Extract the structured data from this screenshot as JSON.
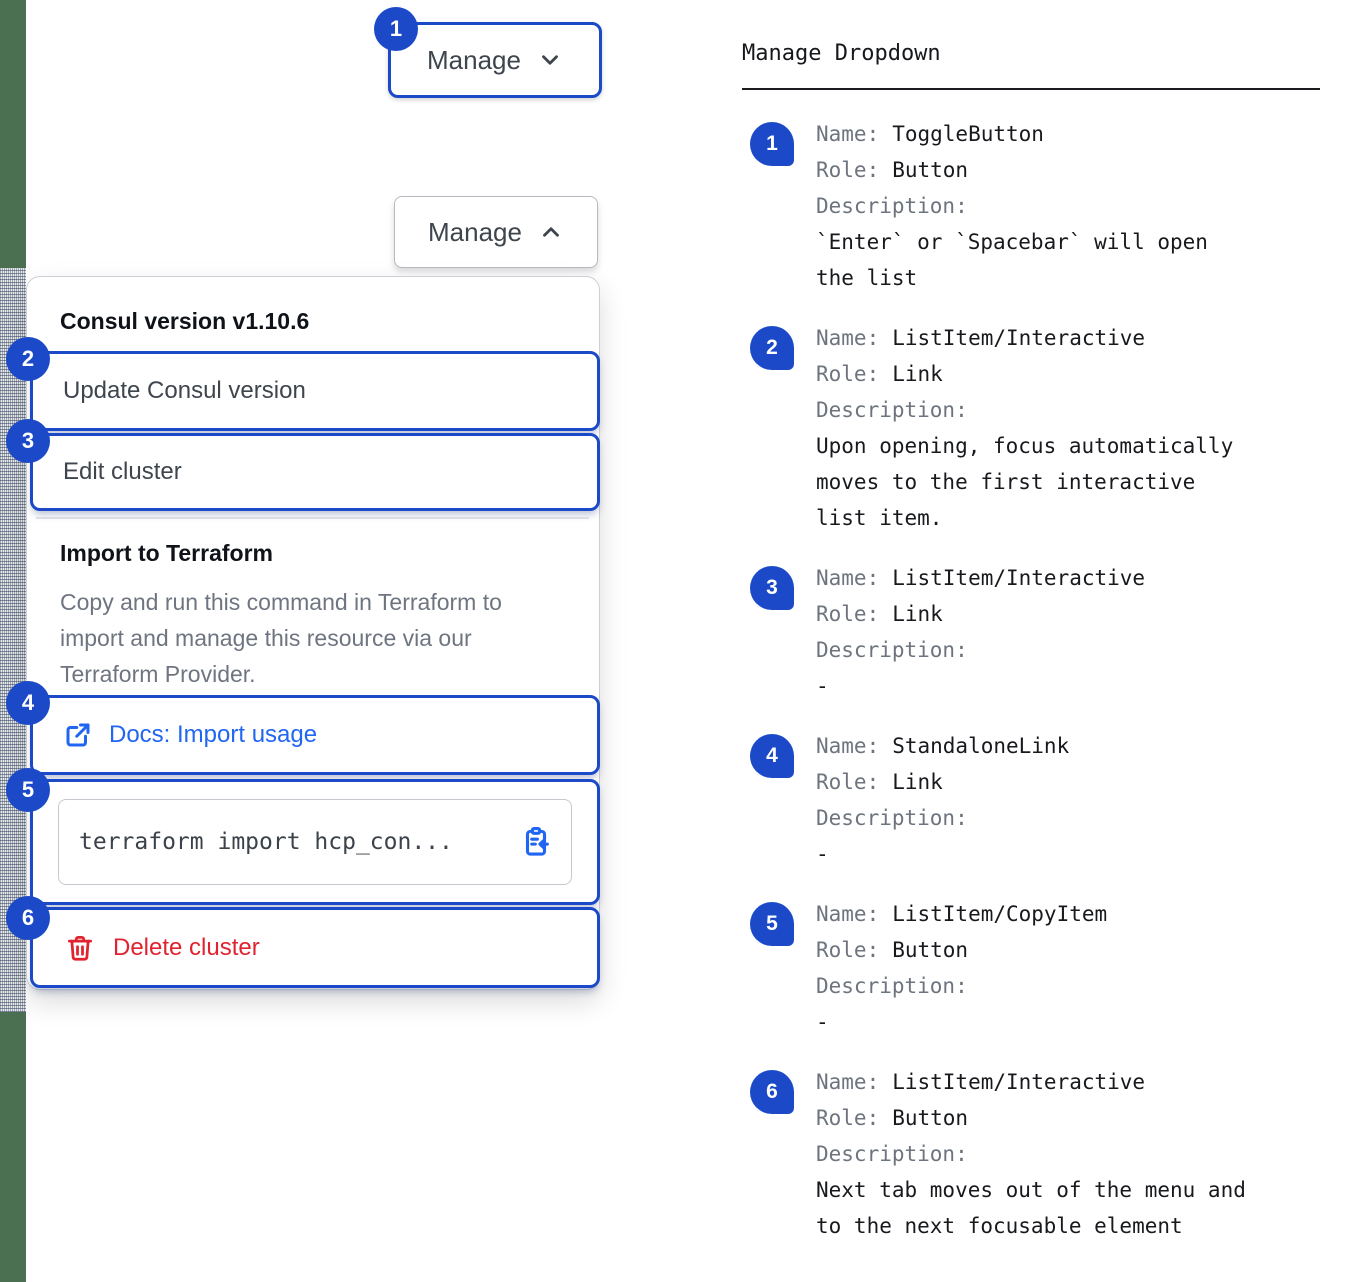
{
  "colors": {
    "badge": "#1b49c8",
    "focus": "#1b49c8",
    "link": "#2166f2",
    "danger": "#e0232f",
    "strip": "#4a7051"
  },
  "badges": [
    "1",
    "2",
    "3",
    "4",
    "5",
    "6"
  ],
  "toggle": {
    "label": "Manage"
  },
  "dropdown": {
    "version_label": "Consul version v1.10.6",
    "update_item": "Update Consul version",
    "edit_item": "Edit cluster",
    "import_heading": "Import to Terraform",
    "import_description": "Copy and run this command in Terraform to import and manage this resource via our Terraform Provider.",
    "docs_link": "Docs: Import usage",
    "copy_command": "terraform import hcp_con...",
    "delete_item": "Delete cluster"
  },
  "spec": {
    "title": "Manage Dropdown",
    "labels": {
      "name": "Name:",
      "role": "Role:",
      "description": "Description:"
    },
    "entries": [
      {
        "num": "1",
        "name": "ToggleButton",
        "role": "Button",
        "description": "`Enter` or `Spacebar` will open the list"
      },
      {
        "num": "2",
        "name": "ListItem/Interactive",
        "role": "Link",
        "description": "Upon opening, focus automatically moves to the first interactive list item."
      },
      {
        "num": "3",
        "name": "ListItem/Interactive",
        "role": "Link",
        "description": "-"
      },
      {
        "num": "4",
        "name": "StandaloneLink",
        "role": "Link",
        "description": "-"
      },
      {
        "num": "5",
        "name": "ListItem/CopyItem",
        "role": "Button",
        "description": "-"
      },
      {
        "num": "6",
        "name": "ListItem/Interactive",
        "role": "Button",
        "description": "Next tab moves out of the menu and to the next focusable element"
      }
    ]
  }
}
